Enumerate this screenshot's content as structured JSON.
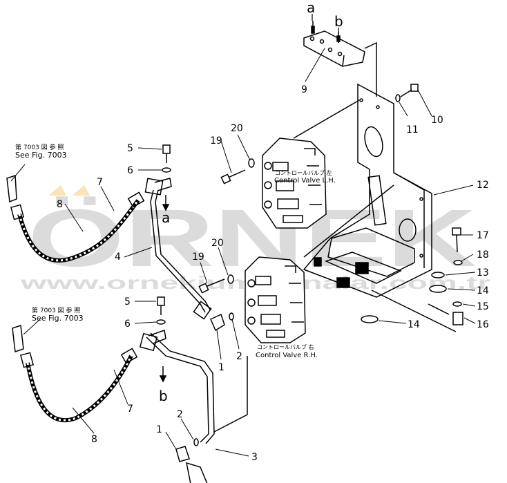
{
  "diagram": {
    "callouts": [
      "1",
      "1",
      "2",
      "2",
      "3",
      "4",
      "5",
      "5",
      "6",
      "6",
      "7",
      "7",
      "8",
      "8",
      "9",
      "10",
      "11",
      "12",
      "13",
      "14",
      "14",
      "15",
      "16",
      "17",
      "18",
      "19",
      "19",
      "20",
      "20"
    ],
    "letter_markers": [
      "a",
      "b",
      "a",
      "b"
    ],
    "ref_note_left_upper": {
      "ja": "第 7003 図 参 照",
      "en": "See Fig. 7003"
    },
    "ref_note_left_lower": {
      "ja": "第 7003 図 参 照",
      "en": "See Fig. 7003"
    },
    "valve_lh": {
      "ja": "コントロールバルブ 左",
      "en": "Control Valve L.H."
    },
    "valve_rh": {
      "ja": "コントロールバルブ 右",
      "en": "Control Valve R.H."
    }
  },
  "watermark": {
    "brand": "ÖRNEK",
    "url": "www.ornekiumakinalar.com.tr"
  }
}
